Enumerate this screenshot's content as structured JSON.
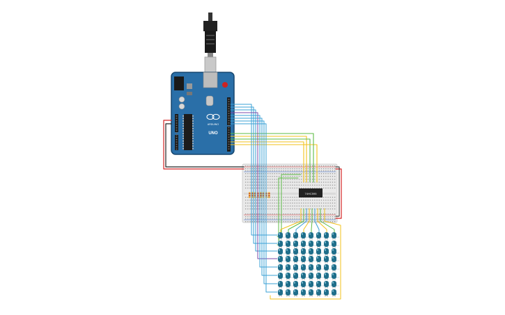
{
  "arduino": {
    "logo_text": "ARDUINO",
    "model_text": "UNO",
    "board_color": "#2a6fa8",
    "board_dark": "#1f5a8c"
  },
  "breadboard": {
    "body_color": "#e9e9e9",
    "rail_red": "#d33",
    "rail_blue": "#3366cc"
  },
  "chip": {
    "label": "74HC595"
  },
  "led_matrix": {
    "rows": 8,
    "cols": 8,
    "led_color": "#1f6e8a"
  },
  "wire_colors": {
    "blue": "#3aa0d6",
    "yellow": "#f2c21b",
    "green": "#5dbb46",
    "red": "#d42626",
    "black": "#222222",
    "purple": "#7b4aa8",
    "orange": "#f08a24"
  }
}
